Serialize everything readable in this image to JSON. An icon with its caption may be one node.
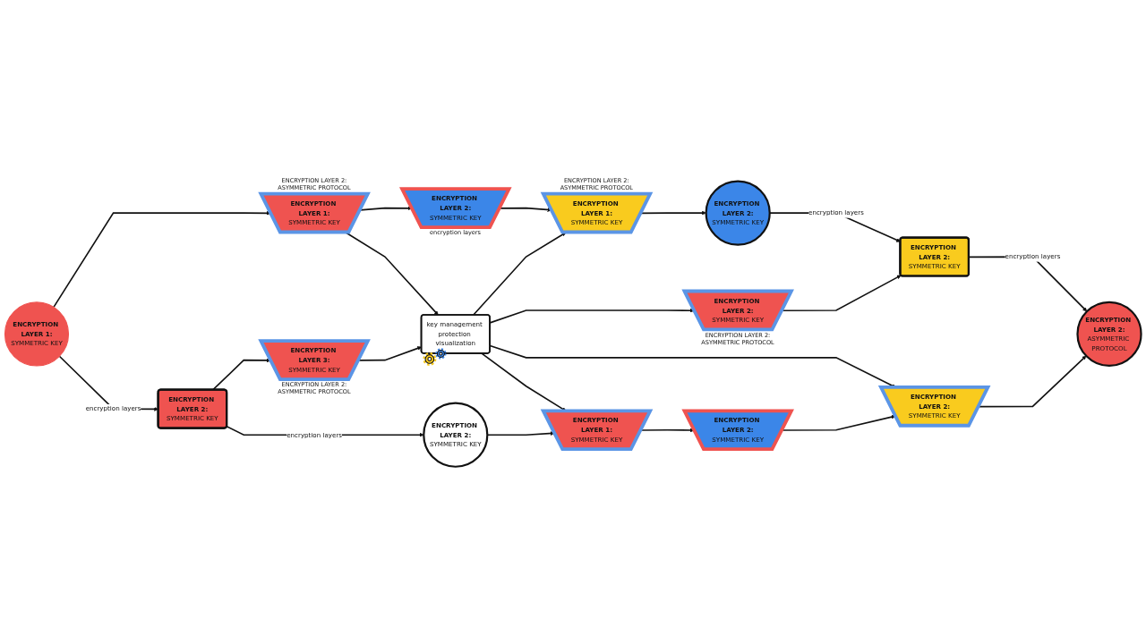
{
  "diagram": {
    "nodes": [
      {
        "text": [
          "ENCRYPTION LAYER 1:",
          "SYMMETRIC KEY"
        ]
      },
      {
        "text": [
          "ENCRYPTION LAYER 1:",
          "SYMMETRIC KEY"
        ],
        "beside": [
          "ENCRYPTION LAYER 2: ASYMMETRIC PROTOCOL"
        ]
      },
      {
        "text": [
          "ENCRYPTION LAYER 2:",
          "SYMMETRIC KEY"
        ],
        "beside": [
          "encryption layers"
        ]
      },
      {
        "text": [
          "ENCRYPTION LAYER 1:",
          "SYMMETRIC KEY"
        ],
        "beside": [
          "ENCRYPTION LAYER 2: ASYMMETRIC PROTOCOL"
        ]
      },
      {
        "text": [
          "ENCRYPTION LAYER 2:",
          "SYMMETRIC KEY"
        ]
      },
      {
        "text": [
          "ENCRYPTION LAYER 2:",
          "SYMMETRIC KEY"
        ]
      },
      {
        "text": [
          "ENCRYPTION LAYER 3:",
          "SYMMETRIC KEY"
        ],
        "beside": [
          "ENCRYPTION LAYER 2: ASYMMETRIC PROTOCOL"
        ]
      },
      {
        "text": [
          "key management protection visualization"
        ]
      },
      {
        "text": [
          "ENCRYPTION LAYER 2:",
          "SYMMETRIC KEY"
        ],
        "beside": [
          "ENCRYPTION LAYER 2: ASYMMETRIC PROTOCOL"
        ]
      },
      {
        "text": [
          "ENCRYPTION LAYER 2:",
          "SYMMETRIC KEY"
        ]
      },
      {
        "text": [
          "ENCRYPTION LAYER 2:",
          "SYMMETRIC KEY"
        ]
      },
      {
        "text": [
          "ENCRYPTION LAYER 1:",
          "SYMMETRIC KEY"
        ]
      },
      {
        "text": [
          "ENCRYPTION LAYER 2:",
          "SYMMETRIC KEY"
        ]
      },
      {
        "text": [
          "ENCRYPTION LAYER 2:",
          "SYMMETRIC KEY"
        ]
      },
      {
        "text": [
          "ENCRYPTION LAYER 2:",
          "ASYMMETRIC PROTOCOL"
        ]
      }
    ],
    "edges": [
      {
        "from": 0,
        "to": 1,
        "arrow": "to"
      },
      {
        "from": 1,
        "to": 2,
        "arrow": "to"
      },
      {
        "from": 2,
        "to": 3,
        "arrow": "to"
      },
      {
        "from": 3,
        "to": 4,
        "arrow": "to"
      },
      {
        "from": 0,
        "to": 5,
        "arrow": "to",
        "label": "encryption layers"
      },
      {
        "from": 1,
        "to": 7,
        "arrow": "to"
      },
      {
        "from": 7,
        "to": 3,
        "arrow": "to"
      },
      {
        "from": 4,
        "to": 9,
        "arrow": "to",
        "label": "encryption layers"
      },
      {
        "from": 5,
        "to": 6,
        "arrow": "to"
      },
      {
        "from": 6,
        "to": 7,
        "arrow": "to"
      },
      {
        "from": 7,
        "to": 8,
        "arrow": "to"
      },
      {
        "from": 8,
        "to": 9,
        "arrow": "to"
      },
      {
        "from": 5,
        "to": 10,
        "arrow": "to",
        "label": "encryption layers"
      },
      {
        "from": 7,
        "to": 11,
        "arrow": "to"
      },
      {
        "from": 7,
        "to": 13,
        "arrow": "to"
      },
      {
        "from": 9,
        "to": 14,
        "arrow": "to",
        "label": "encryption layers"
      },
      {
        "from": 10,
        "to": 11,
        "arrow": "to"
      },
      {
        "from": 11,
        "to": 12,
        "arrow": "to"
      },
      {
        "from": 12,
        "to": 13,
        "arrow": "to"
      },
      {
        "from": 13,
        "to": 14,
        "arrow": "to"
      }
    ]
  }
}
